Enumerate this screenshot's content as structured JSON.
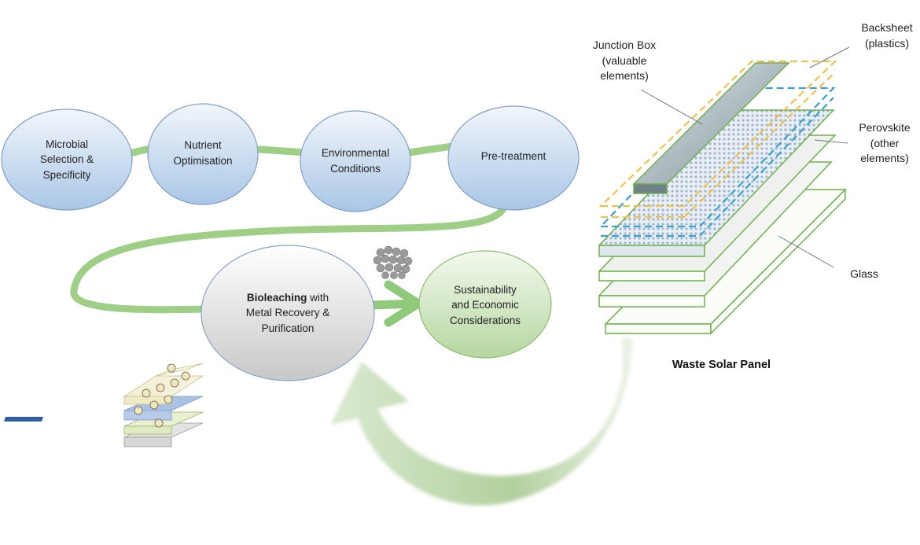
{
  "process_steps": [
    {
      "id": "microbial",
      "lines": [
        "Microbial",
        "Selection &",
        "Specificity"
      ]
    },
    {
      "id": "nutrient",
      "lines": [
        "Nutrient",
        "Optimisation"
      ]
    },
    {
      "id": "environmental",
      "lines": [
        "Environmental",
        "Conditions"
      ]
    },
    {
      "id": "pretreatment",
      "lines": [
        "Pre-treatment"
      ]
    }
  ],
  "bioleaching": {
    "bold": "Bioleaching",
    "rest_line1": " with",
    "line2": "Metal Recovery &",
    "line3": "Purification"
  },
  "sustainability": {
    "lines": [
      "Sustainability",
      "and Economic",
      "Considerations"
    ]
  },
  "solar_panel": {
    "title": "Waste Solar Panel",
    "junction_box": [
      "Junction Box",
      "(valuable",
      "elements)"
    ],
    "backsheet": [
      "Backsheet",
      "(plastics)"
    ],
    "perovskite": [
      "Perovskite",
      "(other",
      "elements)"
    ],
    "glass": [
      "Glass"
    ]
  },
  "colors": {
    "connector_green": "#9fcf86",
    "ellipse_blue_top": "#f2f6fb",
    "ellipse_blue_bottom": "#a9c6e6",
    "ellipse_grey_bottom": "#c8c8c8",
    "ellipse_green_bottom": "#b6d6a0",
    "layer_outline": "#6fb04a",
    "backsheet_dash": "#f0c24a",
    "perovskite_dash": "#3aa0d0",
    "junction_box": "#7f9199"
  }
}
